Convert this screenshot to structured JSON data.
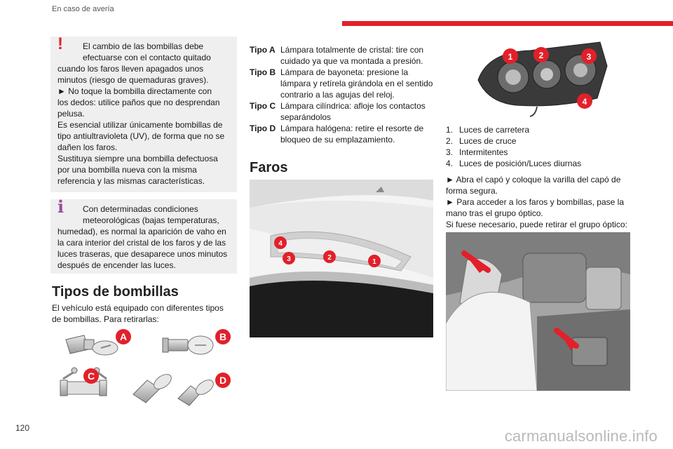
{
  "header": {
    "section": "En caso de avería"
  },
  "page_number": "120",
  "watermark": "carmanualsonline.info",
  "colors": {
    "accent": "#e2202a",
    "info": "#a04b9b",
    "box_bg": "#efefef"
  },
  "warning_box": {
    "icon": "warning-exclamation-icon",
    "mark": "!",
    "lines": [
      "El cambio de las bombillas debe",
      "efectuarse con el contacto quitado",
      "cuando los faros lleven apagados unos",
      "minutos (riesgo de quemaduras graves).",
      "► No toque la bombilla directamente con",
      "los dedos: utilice paños que no desprendan",
      "pelusa.",
      "Es esencial utilizar únicamente bombillas de",
      "tipo antiultravioleta (UV), de forma que no se",
      "dañen los faros.",
      "Sustituya siempre una bombilla defectuosa",
      "por una bombilla nueva con la misma",
      "referencia y las mismas características."
    ]
  },
  "info_box": {
    "icon": "info-i-icon",
    "mark": "i",
    "lines": [
      "Con determinadas condiciones",
      "meteorológicas (bajas temperaturas,",
      "humedad), es normal la aparición de vaho en",
      "la cara interior del cristal de los faros y de las",
      "luces traseras, que desaparece unos minutos",
      "después de encender las luces."
    ]
  },
  "tipos": {
    "title": "Tipos de bombillas",
    "intro_lines": [
      "El vehículo está equipado con diferentes tipos",
      "de bombillas. Para retirarlas:"
    ],
    "badges": [
      "A",
      "B",
      "C",
      "D"
    ],
    "rows": [
      {
        "key": "Tipo A",
        "value": "Lámpara totalmente de cristal: tire con cuidado ya que va montada a presión."
      },
      {
        "key": "Tipo B",
        "value": "Lámpara de bayoneta: presione la lámpara y retírela girándola en el sentido contrario a las agujas del reloj."
      },
      {
        "key": "Tipo C",
        "value": "Lámpara cilíndrica: afloje los contactos separándolos"
      },
      {
        "key": "Tipo D",
        "value": "Lámpara halógena: retire el resorte de bloqueo de su emplazamiento."
      }
    ]
  },
  "faros": {
    "title": "Faros",
    "callouts": [
      "4",
      "3",
      "2",
      "1"
    ]
  },
  "headlamp_rear": {
    "callouts": [
      "1",
      "2",
      "3",
      "4"
    ]
  },
  "lights_list": [
    {
      "num": "1.",
      "label": "Luces de carretera"
    },
    {
      "num": "2.",
      "label": "Luces de cruce"
    },
    {
      "num": "3.",
      "label": "Intermitentes"
    },
    {
      "num": "4.",
      "label": "Luces de posición/Luces diurnas"
    }
  ],
  "instructions_lines": [
    "► Abra el capó y coloque la varilla del capó de",
    "forma segura.",
    "► Para acceder a los faros y bombillas, pase la",
    "mano tras el grupo óptico.",
    "Si fuese necesario, puede retirar el grupo óptico:"
  ]
}
